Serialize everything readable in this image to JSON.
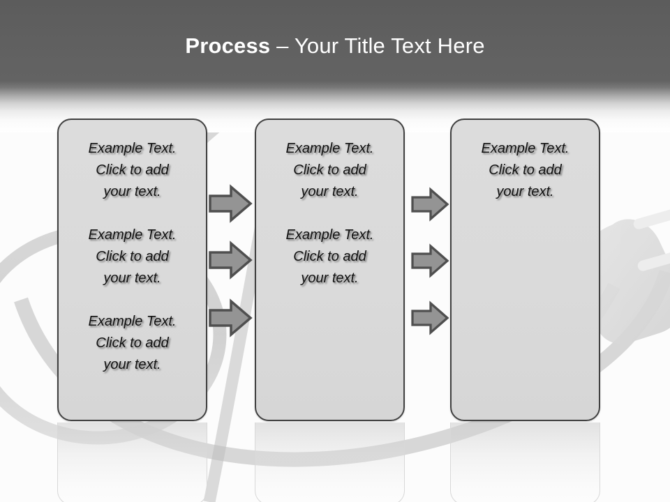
{
  "slide": {
    "title_bold": "Process",
    "title_rest": " – Your Title Text Here",
    "background_art": "electrical-plug-and-cable",
    "colors": {
      "header_dark": "#5c5c5c",
      "box_fill": "#dadada",
      "box_border": "#404040",
      "arrow_fill": "#939393",
      "arrow_border": "#4d4d4d",
      "title_text": "#ffffff",
      "body_text": "#101010"
    }
  },
  "boxes": [
    {
      "name": "box-1",
      "blocks": [
        "Example Text.\nClick  to add\nyour text.",
        "Example Text.\nClick  to add\nyour text.",
        "Example Text.\nClick  to add\nyour text."
      ]
    },
    {
      "name": "box-2",
      "blocks": [
        "Example Text.\nClick  to add\nyour text.",
        "Example Text.\nClick  to add\nyour text."
      ]
    },
    {
      "name": "box-3",
      "blocks": [
        "Example Text.\nClick  to add\nyour text."
      ]
    }
  ],
  "arrows": {
    "group_1": {
      "count": 3,
      "direction": "right",
      "label": ""
    },
    "group_2": {
      "count": 3,
      "direction": "right",
      "label": ""
    }
  }
}
